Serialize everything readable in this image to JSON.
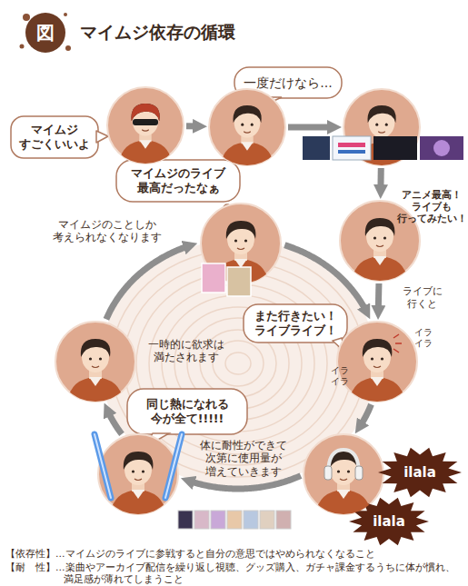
{
  "diagram": {
    "title": "マイムジ依存の循環",
    "nodes": [
      {
        "text": [
          "マイムジ すごくいいよ"
        ]
      },
      {
        "text": [
          "一度だけなら…"
        ]
      },
      {
        "text": []
      },
      {
        "text": [
          "マイムジのライブ 最高だったなぁ",
          "マイムジのことしか 考えられなくなります"
        ]
      },
      {
        "text": [
          "アニメ最高！ ライブも 行ってみたい！"
        ]
      },
      {
        "text": [
          "一時的に欲求は 満たされます"
        ]
      },
      {
        "text": [
          "また行きたい！ ライブライブ！"
        ]
      },
      {
        "text": [
          "同じ熱になれる 今が全て!!!!!"
        ]
      },
      {
        "text": [
          "体に耐性ができて 次第に使用量が 増えていきます"
        ]
      },
      {
        "text": [
          "ilala"
        ]
      },
      {
        "text": [
          "ilala"
        ]
      }
    ],
    "edges": [
      {
        "from": 0,
        "to": 1,
        "arrow": "to"
      },
      {
        "from": 1,
        "to": 2,
        "arrow": "to"
      },
      {
        "from": 2,
        "to": 4,
        "arrow": "to"
      },
      {
        "from": 4,
        "to": 6,
        "label": "ライブに 行くと",
        "arrow": "to"
      },
      {
        "from": 6,
        "to": 8,
        "arrow": "to"
      },
      {
        "from": 8,
        "to": 7,
        "arrow": "to"
      },
      {
        "from": 7,
        "to": 5,
        "arrow": "to"
      },
      {
        "from": 5,
        "to": 3,
        "arrow": "to"
      },
      {
        "from": 3,
        "to": 6,
        "arrow": "to"
      }
    ],
    "labels": [
      "図",
      "イラ イラ",
      "イラ イラ",
      "【依存性】…マイムジのライブに参戦すると自分の意思ではやめられなくなること",
      "【耐　性】…楽曲やアーカイブ配信を繰り返し視聴、グッズ購入、ガチャ課金するうちに体が慣れ、 満足感が薄れてしまうこと"
    ]
  }
}
